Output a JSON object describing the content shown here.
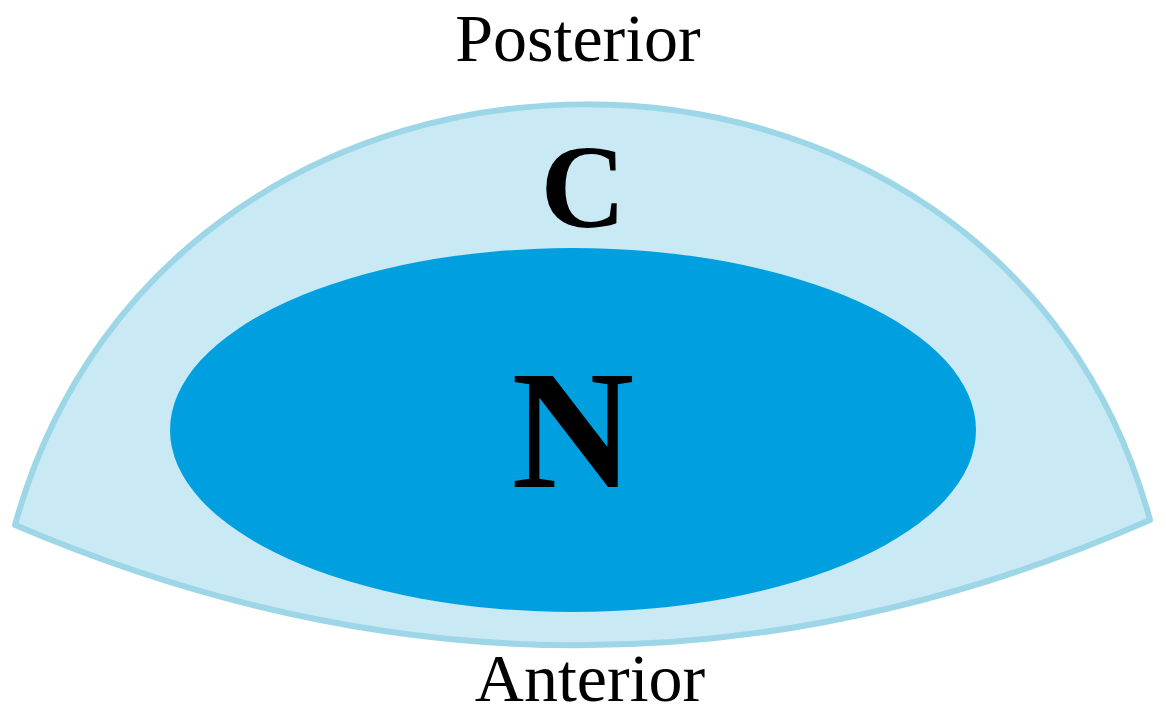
{
  "diagram": {
    "nodes": [
      {
        "text": [
          "C"
        ]
      },
      {
        "text": [
          "N"
        ],
        "in": 0
      }
    ],
    "labels": [
      "Posterior",
      "Anterior"
    ]
  }
}
